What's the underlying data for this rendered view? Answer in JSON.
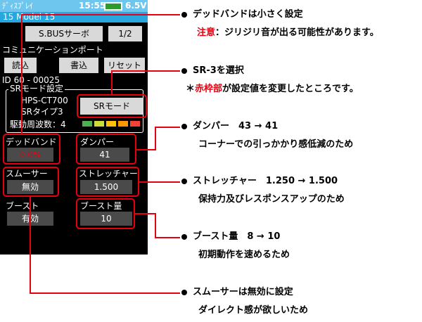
{
  "device": {
    "status_app": "ﾃﾞｨｽﾌﾟﾚｲ",
    "time": "15:55",
    "voltage": "6.5V",
    "model": "15  Model 15",
    "sbus_label": "S.BUSサーボ",
    "page": "1/2",
    "comm_port": "コミュニケーションポート",
    "read": "読込",
    "write": "書込",
    "reset": "リセット",
    "id_line": "ID   60 - 00025",
    "sr_group": "SRモード設定",
    "servo_model": "HPS-CT700",
    "sr_type": "SRタイプ3",
    "sr_mode_button": "SRモード",
    "drive_freq": "駆動周波数：4",
    "deadband_label": "デッドバンド",
    "deadband_value": "0.0%",
    "damper_label": "ダンパー",
    "damper_value": "41",
    "smoother_label": "スムーサー",
    "smoother_value": "無効",
    "stretcher_label": "ストレッチャー",
    "stretcher_value": "1.500",
    "boost_label": "ブースト",
    "boost_value": "有効",
    "boost_amount_label": "ブースト量",
    "boost_amount_value": "10",
    "freq_bar_colors": [
      "#4caf50",
      "#cddc39",
      "#ffc107",
      "#ff9800",
      "#f44336"
    ]
  },
  "notes": {
    "n1_line1": "デッドバンドは小さく設定",
    "n1_line2_prefix": "注意",
    "n1_line2_rest": "：ジリジリ音が出る可能性があります。",
    "n2_line1": "SR-3を選択",
    "n2_line2_star": "＊",
    "n2_line2_red": "赤枠部",
    "n2_line2_rest": "が設定値を変更したところです。",
    "n3_line1": "ダンパー　43 → 41",
    "n3_line2": "コーナーでの引っかかり感低減のため",
    "n4_line1": "ストレッチャー　1.250 → 1.500",
    "n4_line2": "保持力及びレスポンスアップのため",
    "n5_line1": "ブースト量　8 → 10",
    "n5_line2": "初期動作を速めるため",
    "n6_line1": "スムーサーは無効に設定",
    "n6_line2": "ダイレクト感が欲しいため"
  },
  "colors": {
    "accent_red": "#e60012",
    "title_blue": "#27a7df"
  }
}
